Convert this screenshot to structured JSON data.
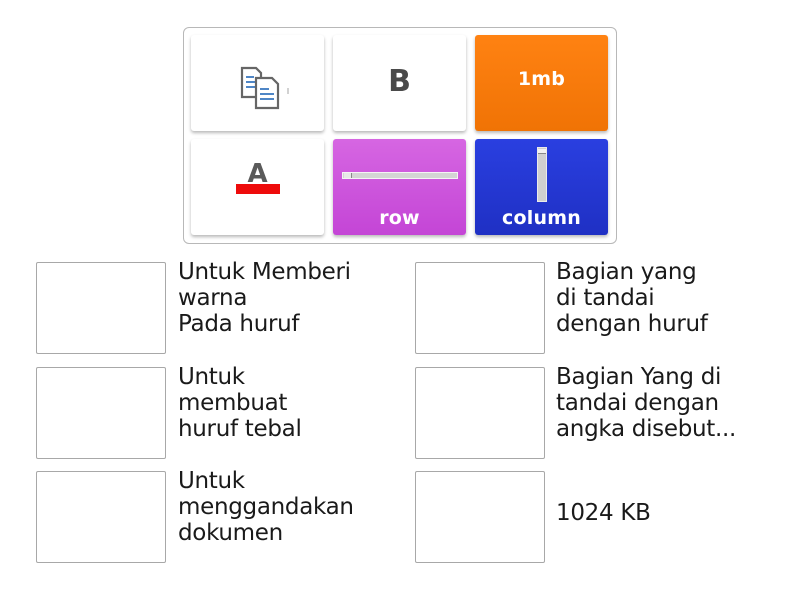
{
  "tiles": [
    {
      "id": "copy",
      "label": "",
      "icon": "copy-icon",
      "frame_color": "#2a9de6"
    },
    {
      "id": "bold",
      "label": "B",
      "icon": "bold-icon",
      "frame_color": "#cf1f32"
    },
    {
      "id": "1mb",
      "label": "1mb",
      "icon": "",
      "bg_color": "#f57a0c"
    },
    {
      "id": "font-color",
      "label": "A",
      "icon": "font-color-icon",
      "frame_color": "#1d8f45",
      "underline_color": "#ee0b0b"
    },
    {
      "id": "row",
      "label": "row",
      "icon": "horizontal-scrollbar-icon",
      "bg_color": "#cc55dc"
    },
    {
      "id": "column",
      "label": "column",
      "icon": "vertical-scrollbar-icon",
      "bg_color": "#2536d2"
    }
  ],
  "answers": [
    {
      "text": "Untuk Memberi\nwarna\nPada huruf"
    },
    {
      "text": "Bagian yang\ndi tandai\ndengan huruf"
    },
    {
      "text": "Untuk\nmembuat\nhuruf tebal"
    },
    {
      "text": "Bagian Yang di\ntandai dengan\nangka disebut..."
    },
    {
      "text": "Untuk\nmenggandakan\ndokumen"
    },
    {
      "text": "1024 KB"
    }
  ]
}
